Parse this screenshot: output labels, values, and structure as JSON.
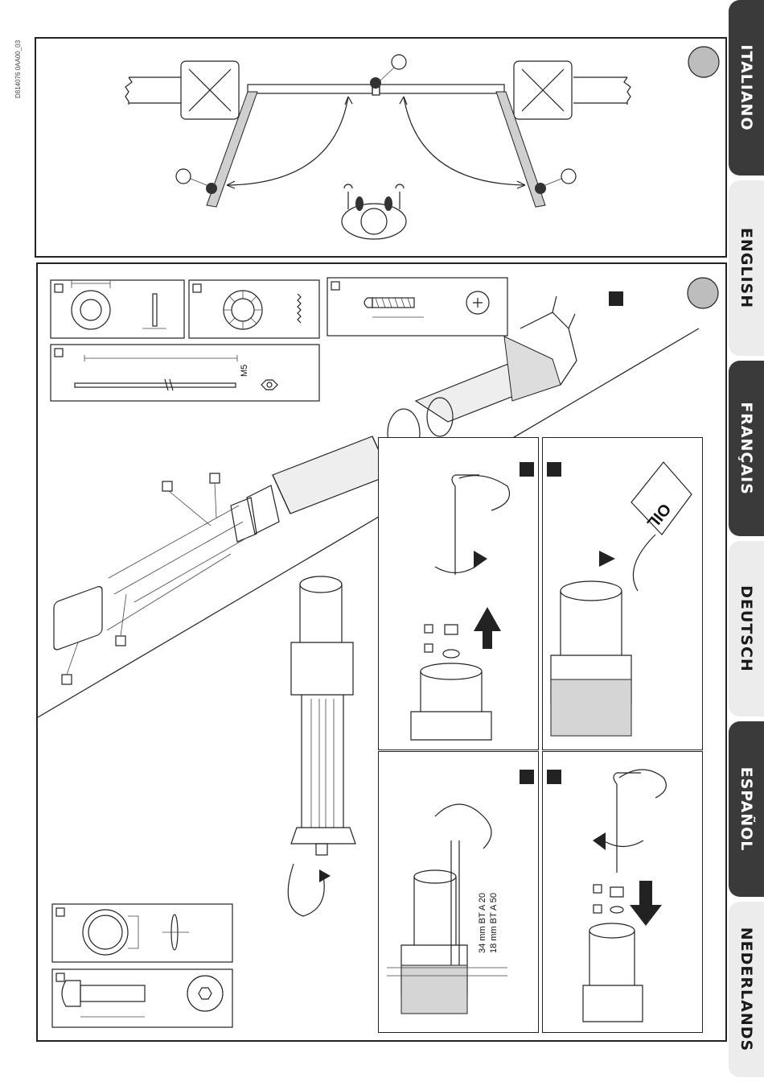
{
  "document": {
    "code": "D814076 0AA00_03"
  },
  "language_tabs": [
    {
      "label": "ITALIANO",
      "style": "dark"
    },
    {
      "label": "ENGLISH",
      "style": "light"
    },
    {
      "label": "FRANÇAIS",
      "style": "dark"
    },
    {
      "label": "DEUTSCH",
      "style": "light"
    },
    {
      "label": "ESPAÑOL",
      "style": "dark"
    },
    {
      "label": "NEDERLANDS",
      "style": "light"
    }
  ],
  "figure_b": {
    "rod_thread_label": "M5",
    "oil_label": "OIL",
    "stroke_label_1": "34 mm BT A 20",
    "stroke_label_2": "18 mm BT A 50"
  },
  "colors": {
    "tab_dark": "#3a3a3a",
    "tab_light": "#ececec",
    "line": "#222222",
    "shade": "#cfcfcf"
  }
}
